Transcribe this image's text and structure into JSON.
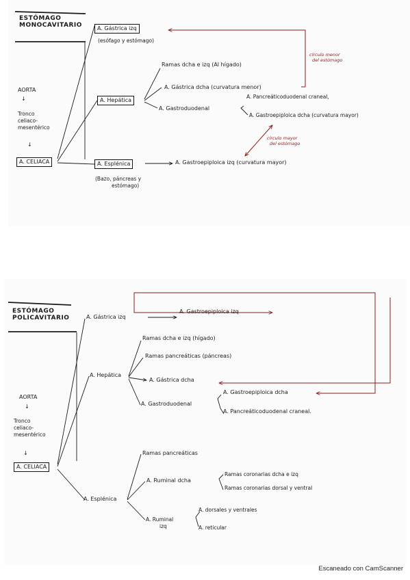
{
  "top": {
    "title_line1": "ESTÓMAGO",
    "title_line2": "MONOCAVITARIO",
    "aorta": "AORTA",
    "arrow": "↓",
    "tronco_1": "Tronco",
    "tronco_2": "celiaco-",
    "tronco_3": "mesentérico",
    "celiaca": "A. CELIACA",
    "gastrica_izq": "A. Gástrica izq",
    "gastrica_izq_note": "(esófago y estómago)",
    "hepatica": "A. Hepática",
    "ramas_higado": "Ramas dcha e izq (Al hígado)",
    "gastrica_dcha": "A. Gástrica dcha (curvatura menor)",
    "gastroduodenal": "A. Gastroduodenal",
    "pancreatico": "A. Pancreáticoduodenal craneal,",
    "gastroepiploica_dcha": "A. Gastroepiploica dcha (curvatura mayor)",
    "esplenica": "A. Esplénica",
    "esplenica_note_1": "(Bazo, páncreas y",
    "esplenica_note_2": "estómago)",
    "gastroepiploica_izq": "A. Gastroepiploica izq (curvatura mayor)",
    "circulo_menor_1": "círculo menor",
    "circulo_menor_2": "del estómago",
    "circulo_mayor_1": "círculo mayor",
    "circulo_mayor_2": "del estómago"
  },
  "bottom": {
    "title_line1": "ESTÓMAGO",
    "title_line2": "POLICAVITARIO",
    "aorta": "AORTA",
    "arrow": "↓",
    "tronco_1": "Tronco",
    "tronco_2": "celiaco-",
    "tronco_3": "mesentérico",
    "celiaca": "A. CELIACA",
    "gastrica_izq": "A. Gástrica izq",
    "gastroepiploica_izq": "A. Gastroepiploica izq",
    "hepatica": "A. Hepática",
    "ramas_higado": "Ramas dcha e izq (hígado)",
    "ramas_pancreas": "Ramas pancreáticas (páncreas)",
    "gastrica_dcha": "A. Gástrica dcha",
    "gastroduodenal": "A. Gastroduodenal",
    "gastroepiploica_dcha": "A. Gastroepiploica dcha",
    "pancreatico": "A. Pancreáticoduodenal craneal.",
    "ramas_pancreaticas": "Ramas pancreáticas",
    "ruminal_dcha": "A. Ruminal dcha",
    "coronarias_1": "Ramas coronarias dcha e izq",
    "coronarias_2": "Ramas coronarias dorsal y ventral",
    "esplenica": "A. Esplénica",
    "ruminal_izq_1": "A. Ruminal",
    "ruminal_izq_2": "izq",
    "dorsales": "A. dorsales y ventrales",
    "reticular": "A. reticular"
  },
  "footer": "Escaneado con CamScanner",
  "colors": {
    "ink": "#1a1a1a",
    "annotation": "#8a1c1c"
  }
}
